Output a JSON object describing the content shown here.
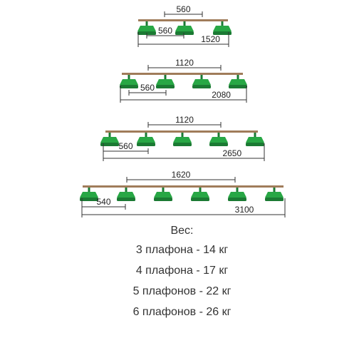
{
  "colors": {
    "bar": "#a07c5a",
    "shade": "#28a745",
    "shade_dark": "#1b7a33",
    "dimension": "#333333"
  },
  "fixtures": [
    {
      "count": 3,
      "spacing_label": "560",
      "offset_label": "560",
      "length_label": "1520"
    },
    {
      "count": 4,
      "spacing_label": "1120",
      "offset_label": "560",
      "length_label": "2080"
    },
    {
      "count": 5,
      "spacing_label": "1120",
      "offset_label": "560",
      "length_label": "2650"
    },
    {
      "count": 6,
      "spacing_label": "1620",
      "offset_label": "540",
      "length_label": "3100"
    }
  ],
  "weights": {
    "title": "Вес:",
    "lines": [
      "3 плафона - 14 кг",
      "4 плафона - 17 кг",
      "5 плафонов - 22 кг",
      "6 плафонов - 26 кг"
    ]
  }
}
